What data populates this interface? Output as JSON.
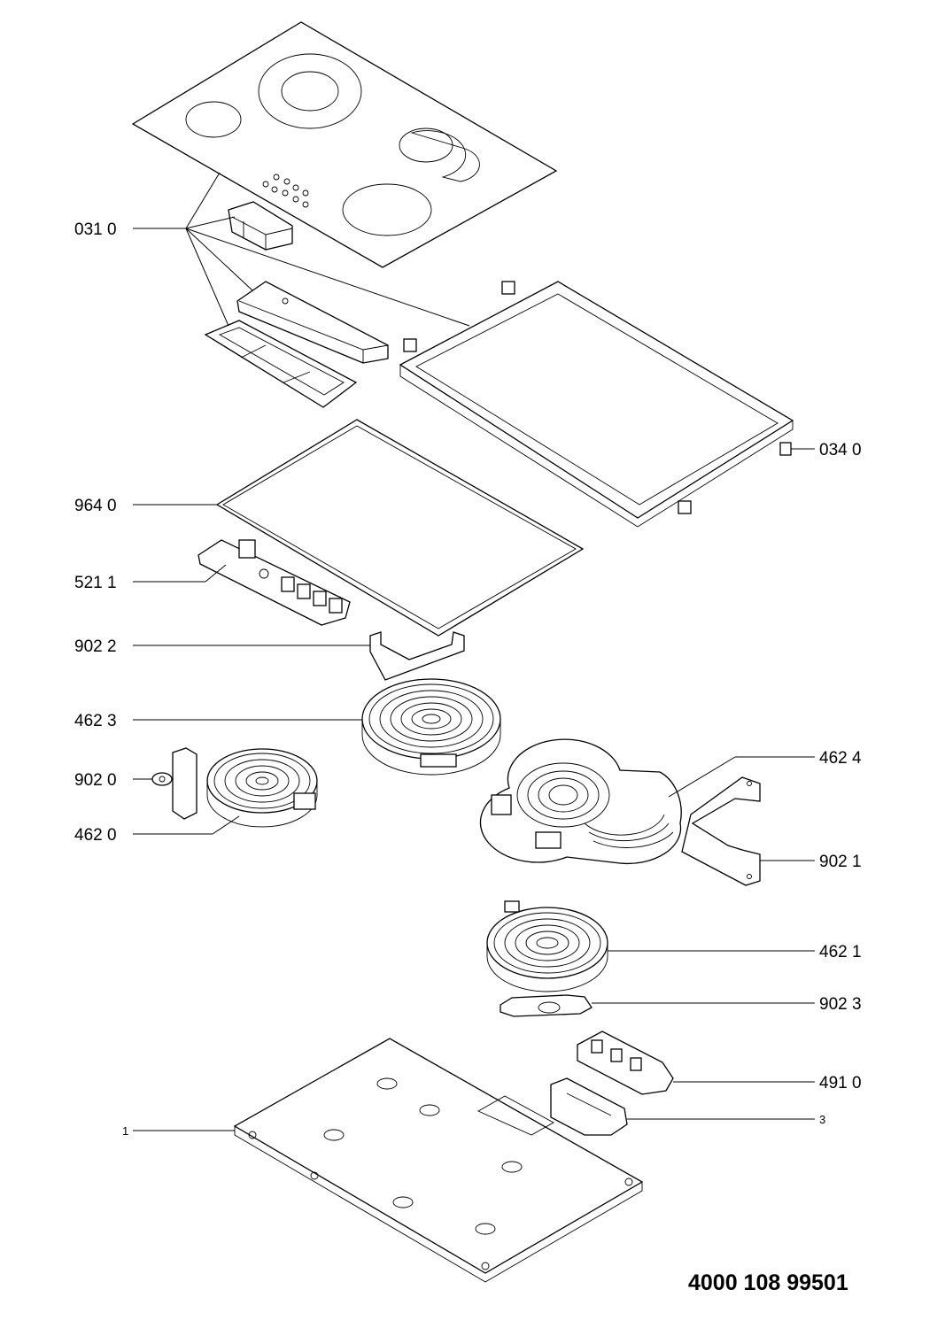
{
  "labels": {
    "l0310": "031 0",
    "l0340": "034 0",
    "l9640": "964 0",
    "l5211": "521 1",
    "l9022": "902 2",
    "l4623": "462 3",
    "l9020": "902 0",
    "l4620": "462 0",
    "l4624": "462 4",
    "l9021": "902 1",
    "l4621": "462 1",
    "l9023": "902 3",
    "l4910": "491 0",
    "l1": "1",
    "l3": "3"
  },
  "document_code": "4000 108 99501"
}
